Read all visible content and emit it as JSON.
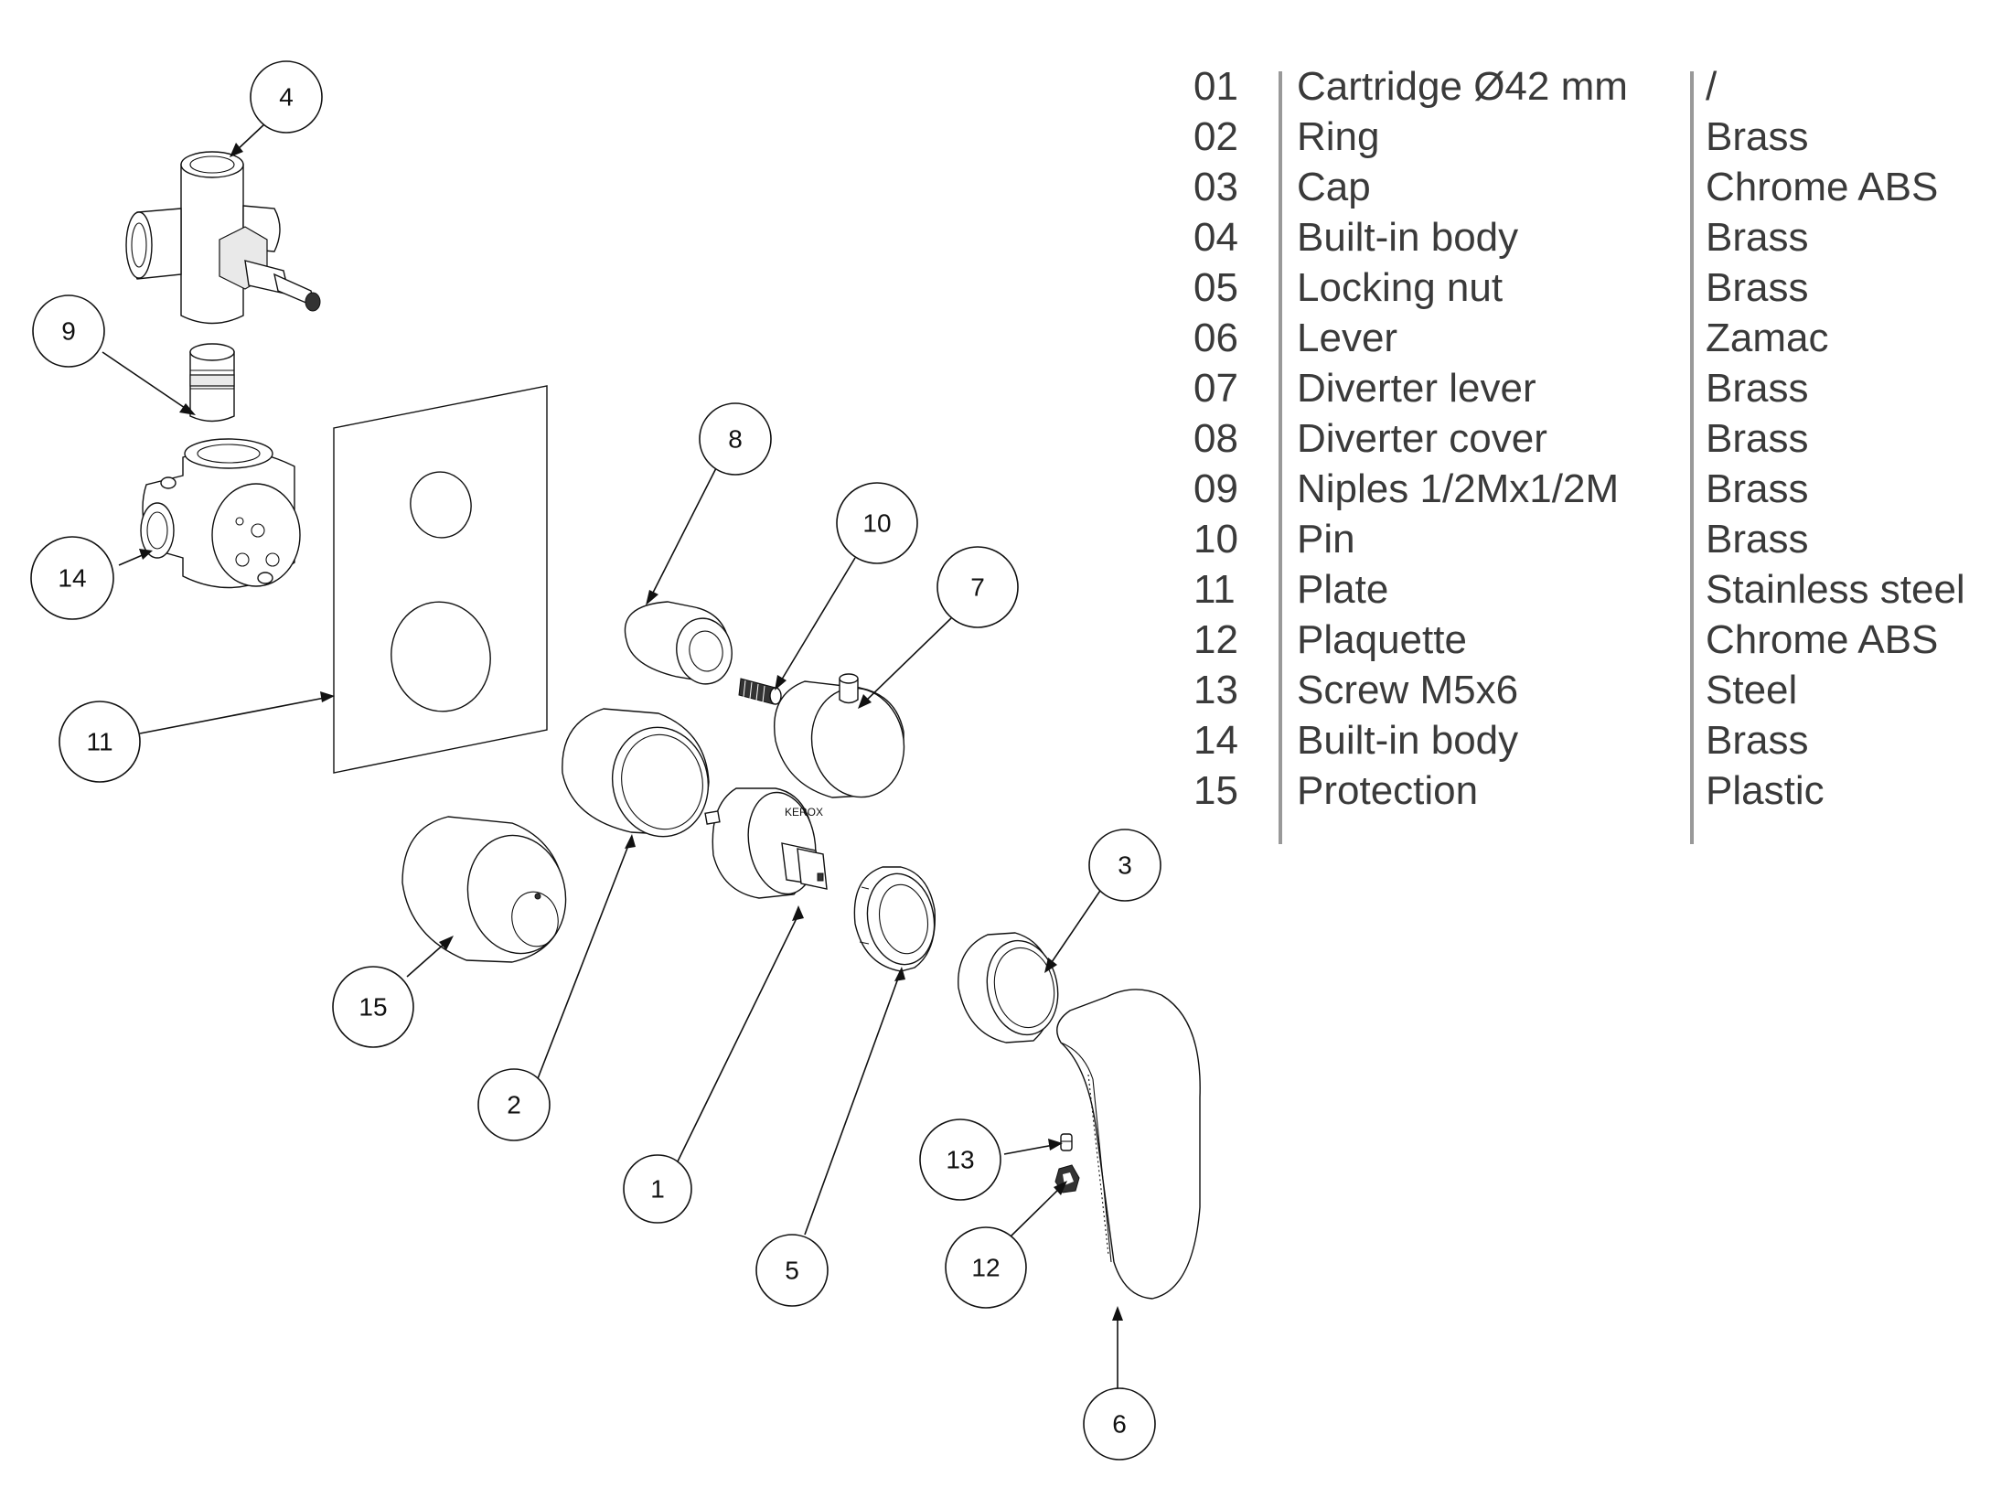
{
  "callouts": [
    {
      "id": "1",
      "label": "1"
    },
    {
      "id": "2",
      "label": "2"
    },
    {
      "id": "3",
      "label": "3"
    },
    {
      "id": "4",
      "label": "4"
    },
    {
      "id": "5",
      "label": "5"
    },
    {
      "id": "6",
      "label": "6"
    },
    {
      "id": "7",
      "label": "7"
    },
    {
      "id": "8",
      "label": "8"
    },
    {
      "id": "9",
      "label": "9"
    },
    {
      "id": "10",
      "label": "10"
    },
    {
      "id": "11",
      "label": "11"
    },
    {
      "id": "12",
      "label": "12"
    },
    {
      "id": "13",
      "label": "13"
    },
    {
      "id": "14",
      "label": "14"
    },
    {
      "id": "15",
      "label": "15"
    }
  ],
  "parts_list": [
    {
      "num": "01",
      "description": "Cartridge Ø42 mm",
      "material": "/"
    },
    {
      "num": "02",
      "description": "Ring",
      "material": "Brass"
    },
    {
      "num": "03",
      "description": "Cap",
      "material": "Chrome ABS"
    },
    {
      "num": "04",
      "description": "Built-in body",
      "material": "Brass"
    },
    {
      "num": "05",
      "description": "Locking nut",
      "material": "Brass"
    },
    {
      "num": "06",
      "description": "Lever",
      "material": "Zamac"
    },
    {
      "num": "07",
      "description": "Diverter lever",
      "material": "Brass"
    },
    {
      "num": "08",
      "description": "Diverter cover",
      "material": "Brass"
    },
    {
      "num": "09",
      "description": "Niples 1/2Mx1/2M",
      "material": "Brass"
    },
    {
      "num": "10",
      "description": "Pin",
      "material": "Brass"
    },
    {
      "num": "11",
      "description": "Plate",
      "material": "Stainless steel"
    },
    {
      "num": "12",
      "description": "Plaquette",
      "material": "Chrome ABS"
    },
    {
      "num": "13",
      "description": "Screw M5x6",
      "material": "Steel"
    },
    {
      "num": "14",
      "description": "Built-in body",
      "material": "Brass"
    },
    {
      "num": "15",
      "description": "Protection",
      "material": "Plastic"
    }
  ],
  "cartridge_marking": "KEROX"
}
